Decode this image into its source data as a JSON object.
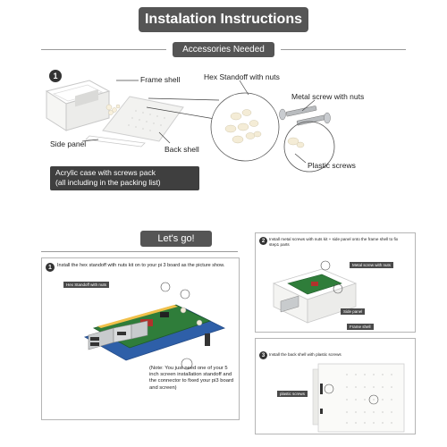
{
  "header": {
    "title": "Instalation Instructions",
    "accessories": "Accessories Needed"
  },
  "accessories": {
    "step_number": "1",
    "frame_shell": "Frame shell",
    "side_panel": "Side panel",
    "back_shell": "Back shell",
    "hex_standoff": "Hex Standoff with nuts",
    "metal_screw": "Metal screw with nuts",
    "plastic_screws": "Plastic screws",
    "pack_line1": "Acrylic case with screws pack",
    "pack_line2": "(all including in the packing list)"
  },
  "lets_go": "Let's go!",
  "step1": {
    "number": "1",
    "text": "Install the hex standoff with nuts kit on to your pi 3 board as the picture show.",
    "tag": "Hex Standoff with nuts",
    "note": "(Note: You just need one of your 5 inch screen installation standoff and the connector to fixed your pi3 board and screen)"
  },
  "step2": {
    "number": "2",
    "text": "Install metal screws with nuts kit + side panel onto the frame shell to fix step1 parts",
    "tag_metal": "Metal screw with nuts",
    "tag_side": "Side panel",
    "tag_frame": "Frame shell"
  },
  "step3": {
    "number": "3",
    "text": "Install the back shell with plastic screws",
    "tag": "plastic screws"
  },
  "colors": {
    "banner": "#555555",
    "badge": "#333333",
    "pcb_green": "#2f7d3a",
    "pcb_blue": "#2e5fa8",
    "case_white": "#f4f4f2"
  }
}
